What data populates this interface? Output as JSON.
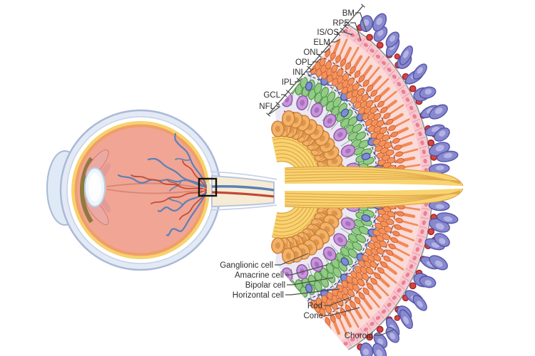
{
  "figure": {
    "layer_labels": [
      {
        "id": "bm",
        "text": "BM"
      },
      {
        "id": "rpe",
        "text": "RPE"
      },
      {
        "id": "isos",
        "text": "IS/OS"
      },
      {
        "id": "elm",
        "text": "ELM"
      },
      {
        "id": "onl",
        "text": "ONL"
      },
      {
        "id": "opl",
        "text": "OPL"
      },
      {
        "id": "inl",
        "text": "INL"
      },
      {
        "id": "ipl",
        "text": "IPL"
      },
      {
        "id": "gcl",
        "text": "GCL"
      },
      {
        "id": "nfl",
        "text": "NFL"
      }
    ],
    "cell_labels": [
      {
        "id": "ganglionic",
        "text": "Ganglionic cell"
      },
      {
        "id": "amacrine",
        "text": "Amacrine cell"
      },
      {
        "id": "bipolar",
        "text": "Bipolar cell"
      },
      {
        "id": "horizontal",
        "text": "Horizontal cell"
      },
      {
        "id": "rod",
        "text": "Rod"
      },
      {
        "id": "cone",
        "text": "Cone"
      },
      {
        "id": "choroid",
        "text": "Choroid"
      }
    ]
  },
  "colors": {
    "label_text": "#2d2d2d",
    "leader_gray": "#4d4d4d",
    "dashed_line": "#3a3a3a",
    "nfl_yellow": "#f8d470",
    "nfl_strand": "#e2a84d",
    "nfl_edge": "#d99f3e",
    "inner_bg": "#ece7f5",
    "onl_bg": "#f3e3ee",
    "isos_bg": "#fbdad8",
    "rpe_band": "#f8c6cd",
    "rpe_divider": "#e79aa8",
    "rpe_nucleus": "#ea7f93",
    "bm_gray": "#9b9ba3",
    "ganglion_fill": "#f3b169",
    "ganglion_stroke": "#c97f33",
    "bipolar_fill": "#93cb85",
    "bipolar_stroke": "#4e9848",
    "amacrine_fill": "#c795d8",
    "amacrine_stroke": "#8e56a6",
    "amacrine_nucleus": "#a96fc0",
    "horizontal_fill": "#808cd2",
    "horizontal_stroke": "#3f4aa0",
    "onl_fill": "#f2935c",
    "onl_stroke": "#d3602b",
    "photoreceptor": "#ef8a56",
    "photoreceptor_dark": "#cf5526",
    "rbc_fill": "#d84343",
    "rbc_stroke": "#a32222",
    "choroid_fill": "#8888cf",
    "choroid_stroke": "#5353a8",
    "choroid_light": "#bcbce8",
    "sclera_fill": "#e3eaf5",
    "sclera_stroke": "#a9b9d6",
    "cornea_fill": "#e0eaf6",
    "eye_yellow": "#f7d26d",
    "eye_orange": "#f09e68",
    "eye_salmon": "#f0a595",
    "lens_fill": "#eef6fc",
    "vein_blue": "#5b80b6",
    "artery_red": "#bf4a36",
    "nerve_cream": "#f6ecd6",
    "box_black": "#111111"
  }
}
